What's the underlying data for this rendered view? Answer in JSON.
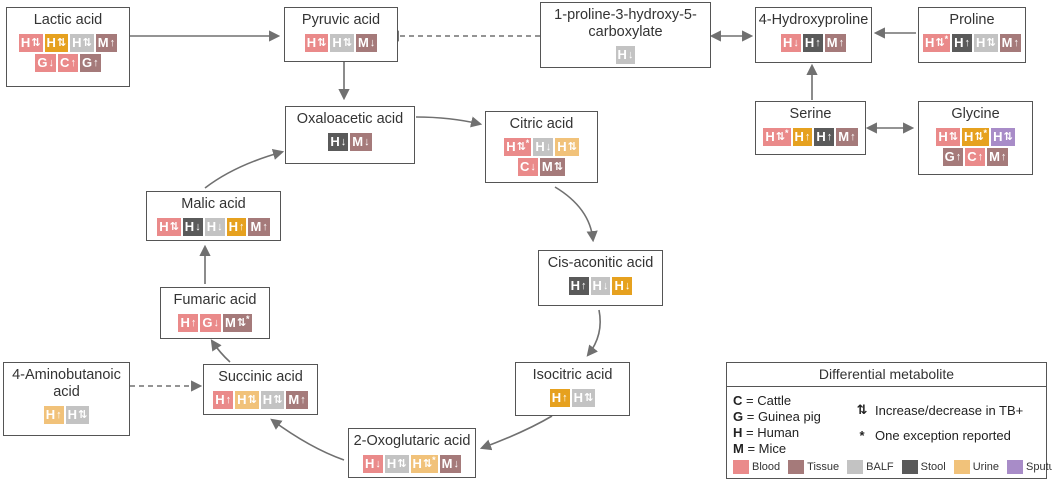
{
  "colors": {
    "blood": "#ea8a8a",
    "tissue": "#a57a7a",
    "balf": "#c3c3c3",
    "stool": "#5a5a5a",
    "urine": "#f1c27a",
    "sputum": "#a88cc8",
    "urine_strong": "#e6a11f"
  },
  "nodes": [
    {
      "id": "lactic",
      "title": "Lactic acid",
      "badges": [
        {
          "letter": "H",
          "arrow": "⇅",
          "color": "blood"
        },
        {
          "letter": "H",
          "arrow": "⇅",
          "color": "urine_strong"
        },
        {
          "letter": "H",
          "arrow": "⇅",
          "color": "balf"
        },
        {
          "letter": "M",
          "arrow": "↑",
          "color": "tissue"
        },
        {
          "letter": "G",
          "arrow": "↓",
          "color": "blood"
        },
        {
          "letter": "C",
          "arrow": "↑",
          "color": "blood"
        },
        {
          "letter": "G",
          "arrow": "↑",
          "color": "tissue"
        }
      ]
    },
    {
      "id": "pyruvic",
      "title": "Pyruvic acid",
      "badges": [
        {
          "letter": "H",
          "arrow": "⇅",
          "color": "blood"
        },
        {
          "letter": "H",
          "arrow": "⇅",
          "color": "balf"
        },
        {
          "letter": "M",
          "arrow": "↓",
          "color": "tissue"
        }
      ]
    },
    {
      "id": "proline_oh",
      "title": "1-proline-3-hydroxy-5-carboxylate",
      "badges": [
        {
          "letter": "H",
          "arrow": "↓",
          "color": "balf"
        }
      ]
    },
    {
      "id": "hydroxyproline",
      "title": "4-Hydroxyproline",
      "badges": [
        {
          "letter": "H",
          "arrow": "↓",
          "color": "blood"
        },
        {
          "letter": "H",
          "arrow": "↑",
          "color": "stool"
        },
        {
          "letter": "M",
          "arrow": "↑",
          "color": "tissue"
        }
      ]
    },
    {
      "id": "proline",
      "title": "Proline",
      "badges": [
        {
          "letter": "H",
          "arrow": "⇅",
          "star": "*",
          "color": "blood"
        },
        {
          "letter": "H",
          "arrow": "↑",
          "color": "stool"
        },
        {
          "letter": "H",
          "arrow": "⇅",
          "color": "balf"
        },
        {
          "letter": "M",
          "arrow": "↑",
          "color": "tissue"
        }
      ]
    },
    {
      "id": "oxaloacetic",
      "title": "Oxaloacetic acid",
      "badges": [
        {
          "letter": "H",
          "arrow": "↓",
          "color": "stool"
        },
        {
          "letter": "M",
          "arrow": "↓",
          "color": "tissue"
        }
      ]
    },
    {
      "id": "citric",
      "title": "Citric acid",
      "badges": [
        {
          "letter": "H",
          "arrow": "⇅",
          "star": "*",
          "color": "blood"
        },
        {
          "letter": "H",
          "arrow": "↓",
          "color": "balf"
        },
        {
          "letter": "H",
          "arrow": "⇅",
          "color": "urine"
        },
        {
          "letter": "C",
          "arrow": "↓",
          "color": "blood"
        },
        {
          "letter": "M",
          "arrow": "⇅",
          "color": "tissue"
        }
      ]
    },
    {
      "id": "serine",
      "title": "Serine",
      "badges": [
        {
          "letter": "H",
          "arrow": "⇅",
          "star": "*",
          "color": "blood"
        },
        {
          "letter": "H",
          "arrow": "↑",
          "color": "urine_strong"
        },
        {
          "letter": "H",
          "arrow": "↑",
          "color": "stool"
        },
        {
          "letter": "M",
          "arrow": "↑",
          "color": "tissue"
        }
      ]
    },
    {
      "id": "glycine",
      "title": "Glycine",
      "badges": [
        {
          "letter": "H",
          "arrow": "⇅",
          "color": "blood"
        },
        {
          "letter": "H",
          "arrow": "⇅",
          "star": "*",
          "color": "urine_strong"
        },
        {
          "letter": "H",
          "arrow": "⇅",
          "color": "sputum"
        },
        {
          "letter": "G",
          "arrow": "↑",
          "color": "tissue"
        },
        {
          "letter": "C",
          "arrow": "↑",
          "color": "blood"
        },
        {
          "letter": "M",
          "arrow": "↑",
          "color": "tissue"
        }
      ]
    },
    {
      "id": "malic",
      "title": "Malic acid",
      "badges": [
        {
          "letter": "H",
          "arrow": "⇅",
          "color": "blood"
        },
        {
          "letter": "H",
          "arrow": "↓",
          "color": "stool"
        },
        {
          "letter": "H",
          "arrow": "↓",
          "color": "balf"
        },
        {
          "letter": "H",
          "arrow": "↑",
          "color": "urine_strong"
        },
        {
          "letter": "M",
          "arrow": "↑",
          "color": "tissue"
        }
      ]
    },
    {
      "id": "cisaconitic",
      "title": "Cis-aconitic acid",
      "badges": [
        {
          "letter": "H",
          "arrow": "↑",
          "color": "stool"
        },
        {
          "letter": "H",
          "arrow": "↓",
          "color": "balf"
        },
        {
          "letter": "H",
          "arrow": "↓",
          "color": "urine_strong"
        }
      ]
    },
    {
      "id": "fumaric",
      "title": "Fumaric acid",
      "badges": [
        {
          "letter": "H",
          "arrow": "↑",
          "color": "blood"
        },
        {
          "letter": "G",
          "arrow": "↓",
          "color": "blood"
        },
        {
          "letter": "M",
          "arrow": "⇅",
          "star": "*",
          "color": "tissue"
        }
      ]
    },
    {
      "id": "aminobutanoic",
      "title": "4-Aminobutanoic acid",
      "badges": [
        {
          "letter": "H",
          "arrow": "↑",
          "color": "urine"
        },
        {
          "letter": "H",
          "arrow": "⇅",
          "color": "balf"
        }
      ]
    },
    {
      "id": "succinic",
      "title": "Succinic acid",
      "badges": [
        {
          "letter": "H",
          "arrow": "↑",
          "color": "blood"
        },
        {
          "letter": "H",
          "arrow": "⇅",
          "color": "urine"
        },
        {
          "letter": "H",
          "arrow": "⇅",
          "color": "balf"
        },
        {
          "letter": "M",
          "arrow": "↑",
          "color": "tissue"
        }
      ]
    },
    {
      "id": "isocitric",
      "title": "Isocitric acid",
      "badges": [
        {
          "letter": "H",
          "arrow": "↑",
          "color": "urine_strong"
        },
        {
          "letter": "H",
          "arrow": "⇅",
          "color": "balf"
        }
      ]
    },
    {
      "id": "oxoglutaric",
      "title": "2-Oxoglutaric acid",
      "badges": [
        {
          "letter": "H",
          "arrow": "↓",
          "color": "blood"
        },
        {
          "letter": "H",
          "arrow": "⇅",
          "color": "balf"
        },
        {
          "letter": "H",
          "arrow": "⇅",
          "star": "*",
          "color": "urine"
        },
        {
          "letter": "M",
          "arrow": "↓",
          "color": "tissue"
        }
      ]
    }
  ],
  "legend": {
    "title": "Differential metabolite",
    "abbr": [
      {
        "key": "C",
        "text": " = Cattle"
      },
      {
        "key": "G",
        "text": " = Guinea pig"
      },
      {
        "key": "H",
        "text": " = Human"
      },
      {
        "key": "M",
        "text": " = Mice"
      }
    ],
    "notes": [
      {
        "symbol": "⇅",
        "text": "Increase/decrease in TB+"
      },
      {
        "symbol": "*",
        "text": "One exception reported"
      }
    ],
    "sample_types": [
      {
        "label": "Blood",
        "color": "blood"
      },
      {
        "label": "Tissue",
        "color": "tissue"
      },
      {
        "label": "BALF",
        "color": "balf"
      },
      {
        "label": "Stool",
        "color": "stool"
      },
      {
        "label": "Urine",
        "color": "urine"
      },
      {
        "label": "Sputum",
        "color": "sputum"
      }
    ]
  }
}
